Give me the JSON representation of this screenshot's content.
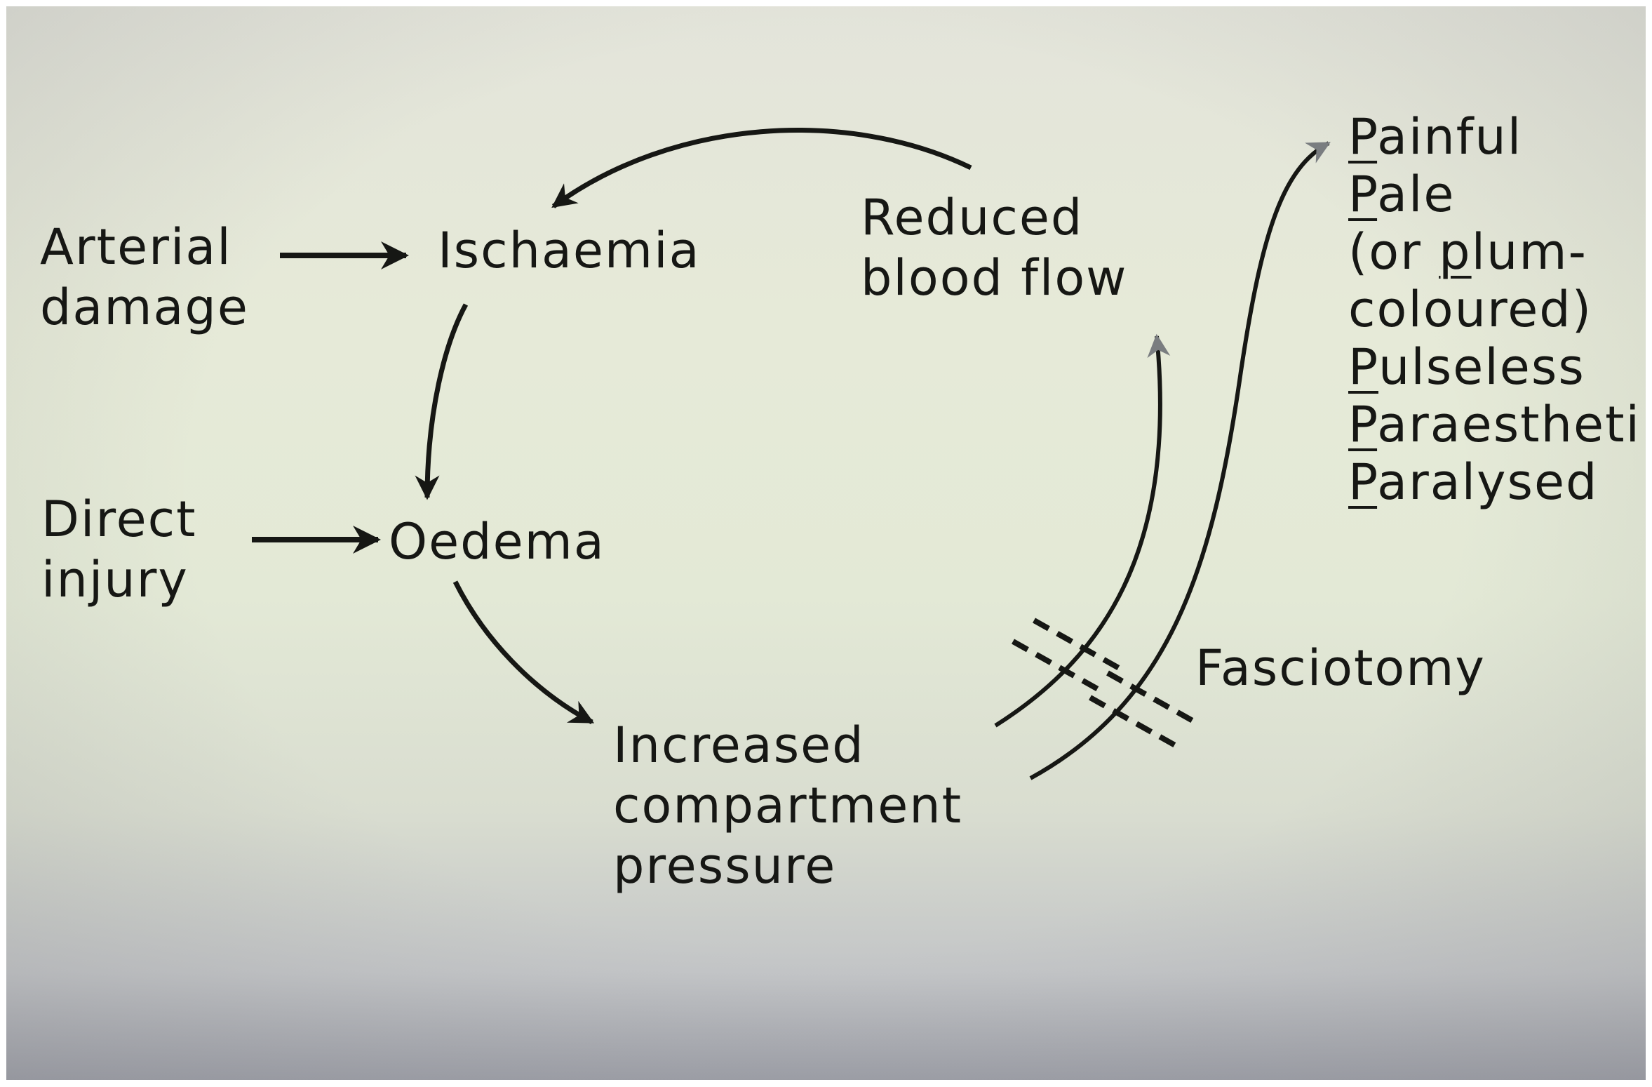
{
  "labels": {
    "arterial_damage": [
      "Arterial",
      "damage"
    ],
    "ischaemia": "Ischaemia",
    "reduced_blood_flow": [
      "Reduced",
      "blood flow"
    ],
    "direct_injury": [
      "Direct",
      "injury"
    ],
    "oedema": "Oedema",
    "increased_pressure": [
      "Increased",
      "compartment",
      "pressure"
    ],
    "fasciotomy": "Fasciotomy"
  },
  "signs": [
    {
      "initial": "P",
      "rest": "ainful"
    },
    {
      "initial": "P",
      "rest": "ale"
    },
    {
      "pre": "(or ",
      "initial": "p",
      "rest": "lum-"
    },
    {
      "rest": "coloured)"
    },
    {
      "initial": "P",
      "rest": "ulseless"
    },
    {
      "initial": "P",
      "rest": "araestheti"
    },
    {
      "initial": "P",
      "rest": "aralysed"
    }
  ]
}
